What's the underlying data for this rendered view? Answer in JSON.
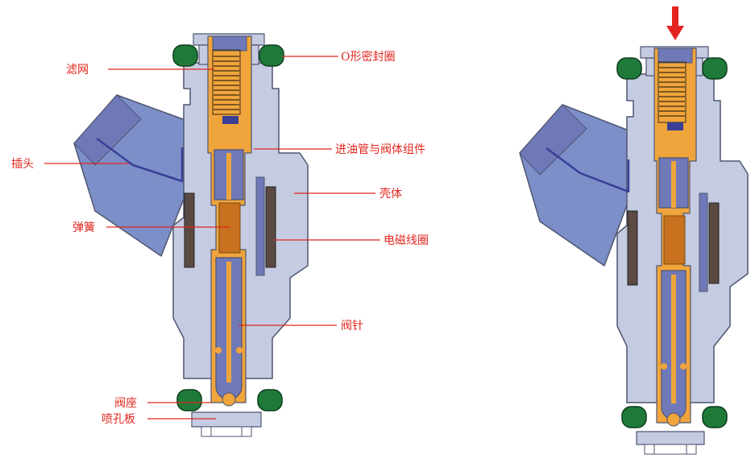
{
  "colors": {
    "housing": "#c5cce2",
    "housing_edge": "#4f5670",
    "fuel": "#f0a53c",
    "blue_part": "#6f79b8",
    "dark_blue": "#3a3f96",
    "oring": "#1f7a3a",
    "coil": "#5b4a42",
    "connector": "#7c8fc8",
    "leader": "#e0261e",
    "arrow": "#e52420"
  },
  "icons": {
    "flow_arrow": "down-arrow-icon"
  },
  "labels": {
    "filter": "滤网",
    "o_ring": "O形密封圈",
    "plug": "插头",
    "inlet_tube": "进油管与阀体组件",
    "housing": "壳体",
    "spring": "弹簧",
    "coil": "电磁线圈",
    "needle": "阀针",
    "seat": "阀座",
    "orifice_plate": "喷孔板"
  }
}
